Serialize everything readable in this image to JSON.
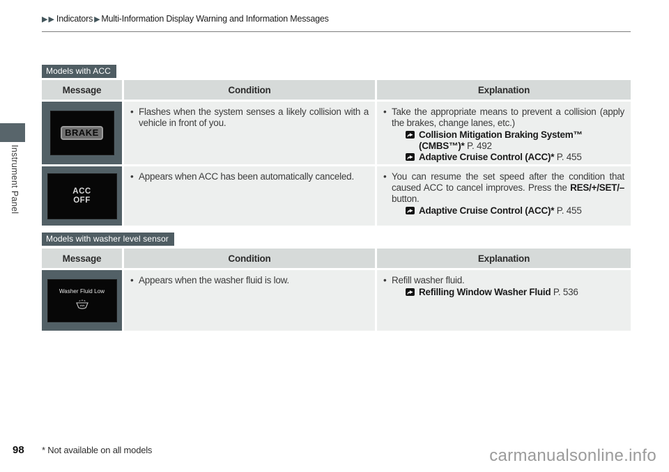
{
  "breadcrumb": {
    "arrows_leading": "▶▶",
    "section": "Indicators",
    "arrow_sep": "▶",
    "title": "Multi-Information Display Warning and Information Messages"
  },
  "sidebar": {
    "label": "Instrument Panel"
  },
  "colors": {
    "slate": "#526066",
    "header_bg": "#d6dad9",
    "cell_bg": "#edefee",
    "screen_bg": "#070707",
    "watermark_gray": "#9b9b9b"
  },
  "tables": [
    {
      "label": "Models with ACC",
      "headers": {
        "message": "Message",
        "condition": "Condition",
        "explanation": "Explanation"
      },
      "rows": [
        {
          "display": {
            "badge": "BRAKE"
          },
          "condition": "Flashes when the system senses a likely collision with a vehicle in front of you.",
          "explanation": {
            "lead_pre": "Take the appropriate means to prevent a collision (apply the brakes, change lanes, etc.)",
            "lead_bold": "",
            "lead_post": "",
            "refs": [
              {
                "title": "Collision Mitigation Braking System™ (CMBS™)*",
                "page": "P. 492"
              },
              {
                "title": "Adaptive Cruise Control (ACC)*",
                "page": "P. 455"
              }
            ]
          }
        },
        {
          "display": {
            "line1": "ACC",
            "line2": "OFF"
          },
          "condition": "Appears when ACC has been automatically canceled.",
          "explanation": {
            "lead_pre": "You can resume the set speed after the condition that caused ACC to cancel improves. Press the ",
            "lead_bold": "RES/+/SET/–",
            "lead_post": " button.",
            "refs": [
              {
                "title": "Adaptive Cruise Control (ACC)*",
                "page": "P. 455"
              }
            ]
          }
        }
      ]
    },
    {
      "label": "Models with washer level sensor",
      "headers": {
        "message": "Message",
        "condition": "Condition",
        "explanation": "Explanation"
      },
      "rows": [
        {
          "display": {
            "caption": "Washer Fluid Low"
          },
          "condition": "Appears when the washer fluid is low.",
          "explanation": {
            "lead_pre": "Refill washer fluid.",
            "lead_bold": "",
            "lead_post": "",
            "refs": [
              {
                "title": "Refilling Window Washer Fluid",
                "page": "P. 536"
              }
            ]
          }
        }
      ]
    }
  ],
  "footer": {
    "page_number": "98",
    "note": "* Not available on all models",
    "watermark": "carmanualsonline.info"
  }
}
